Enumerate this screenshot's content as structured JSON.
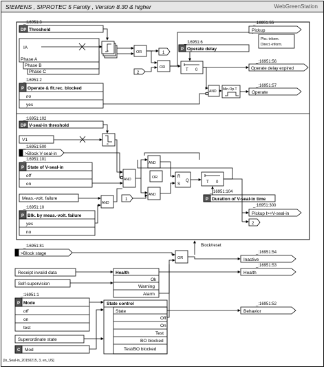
{
  "header": {
    "title": "SIEMENS , SIPROTEC 5 Family , Version 8.30 & higher",
    "brand": "WebGreenStation"
  },
  "footer": "[lo_Seal-in_20150215, 3, en_US]",
  "addresses": {
    "threshold": "_:16951:3",
    "operate_fltrec": "_:16951:2",
    "operate_delay": "_:16951:6",
    "pickup": "_:16951:55",
    "operate_delay_expired": "_:16951:56",
    "operate": "_:16951:57",
    "vseal_threshold": "_:16951:102",
    "block_vseal": "_:16951:500",
    "state_vseal": "_:16951:101",
    "duration_vseal": "_:16951:104",
    "blk_meas": "_:16951:10",
    "pickup_vseal": "_:16951:300",
    "block_stage": "_:16951:81",
    "inactive": "_:16951:54",
    "health": "_:16951:53",
    "mode": "_:16951:1",
    "behavior": "_:16951:52"
  },
  "labels": {
    "dp": "DP",
    "p": "P",
    "c": "C",
    "threshold": "Threshold",
    "ia": "IA",
    "phase_a": "Phase A",
    "phase_b": "Phase B",
    "phase_c": "Phase C",
    "operate_fltrec": "Operate & flt.rec. blocked",
    "no": "no",
    "yes": "yes",
    "operate_delay": "Operate delay",
    "pickup": "Pickup",
    "phs_inform": "Phs.-inform.",
    "direct_inform": "Direct.-inform.",
    "operate_delay_expired": "Operate delay expired",
    "operate": "Operate",
    "min_op_t": "Min.Op.T",
    "vseal_threshold": "V-seal-in threshold",
    "v1": "V1",
    "block_vseal": ">Block V-seal-in",
    "state_vseal": "State of V-seal-in",
    "off": "off",
    "on": "on",
    "meas_volt": "Meas.-volt. failure",
    "blk_meas": "Blk. by meas.-volt. failure",
    "duration_vseal": "Duration of V-seal-in time",
    "pickup_vseal": "Pickup I>+V-seal-in",
    "block_reset": "Block/reset",
    "block_stage": ">Block stage",
    "inactive": "Inactive",
    "receipt_invalid": "Receipt invalid data",
    "self_supervision": "Self-supervision",
    "health": "Health",
    "ok": "Ok",
    "warning": "Warning",
    "alarm": "Alarm",
    "mode": "Mode",
    "test": "test",
    "state_control": "State control",
    "state": "State",
    "off_cap": "Off",
    "on_cap": "On",
    "test_cap": "Test",
    "bo_blocked": "BO blocked",
    "test_bo_blocked": "Test/BO blocked",
    "behavior": "Behavior",
    "superordinate": "Superordinate state",
    "mod": "Mod",
    "or": "OR",
    "and": "AND",
    "t": "T",
    "zero": "0",
    "one": "1",
    "two": "2",
    "r": "R",
    "s": "S",
    "q": "Q",
    "gt": ">",
    "lt": "<"
  }
}
